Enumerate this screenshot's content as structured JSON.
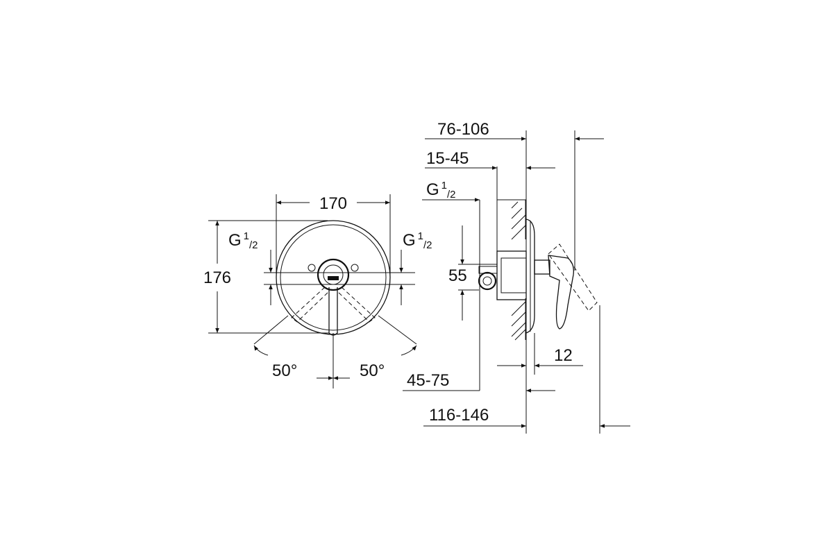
{
  "front_view": {
    "width": "170",
    "height": "176",
    "thread_left": {
      "main": "G",
      "sup": "1",
      "sub": "/2"
    },
    "thread_right": {
      "main": "G",
      "sup": "1",
      "sub": "/2"
    },
    "angle_left": "50°",
    "angle_right": "50°"
  },
  "side_view": {
    "dim_76_106": "76-106",
    "dim_15_45": "15-45",
    "thread": {
      "main": "G",
      "sup": "1",
      "sub": "/2"
    },
    "dim_55": "55",
    "dim_12": "12",
    "dim_45_75": "45-75",
    "dim_116_146": "116-146"
  }
}
